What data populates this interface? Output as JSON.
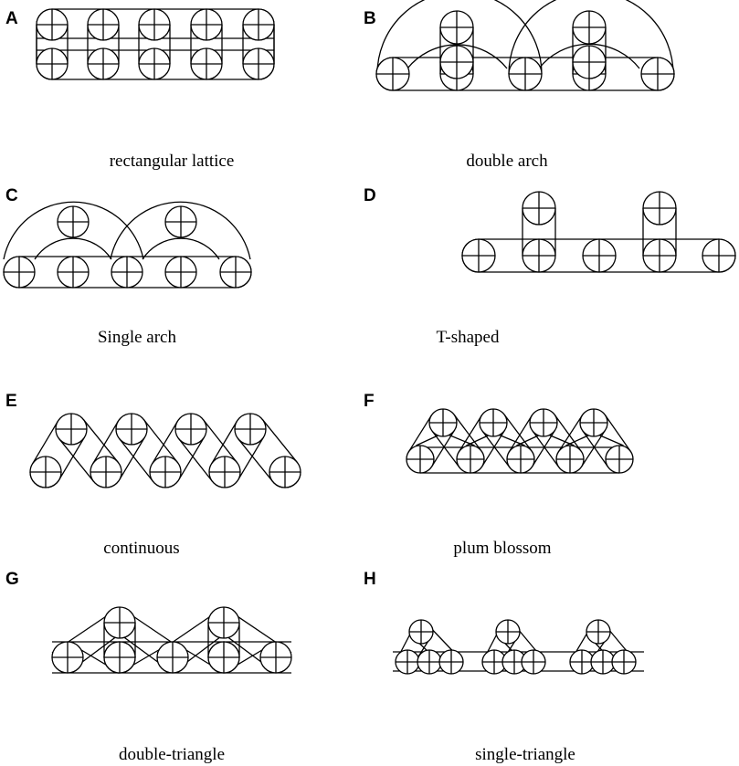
{
  "panels": [
    {
      "letter": "A",
      "caption": "rectangular lattice"
    },
    {
      "letter": "B",
      "caption": "double arch"
    },
    {
      "letter": "C",
      "caption": "Single arch"
    },
    {
      "letter": "D",
      "caption": "T-shaped"
    },
    {
      "letter": "E",
      "caption": "continuous"
    },
    {
      "letter": "F",
      "caption": "plum blossom"
    },
    {
      "letter": "G",
      "caption": "double-triangle"
    },
    {
      "letter": "H",
      "caption": "single-triangle"
    }
  ],
  "colors": {
    "line": "#000000",
    "background": "#ffffff"
  },
  "icons": {
    "pile": "circle-with-cross"
  }
}
